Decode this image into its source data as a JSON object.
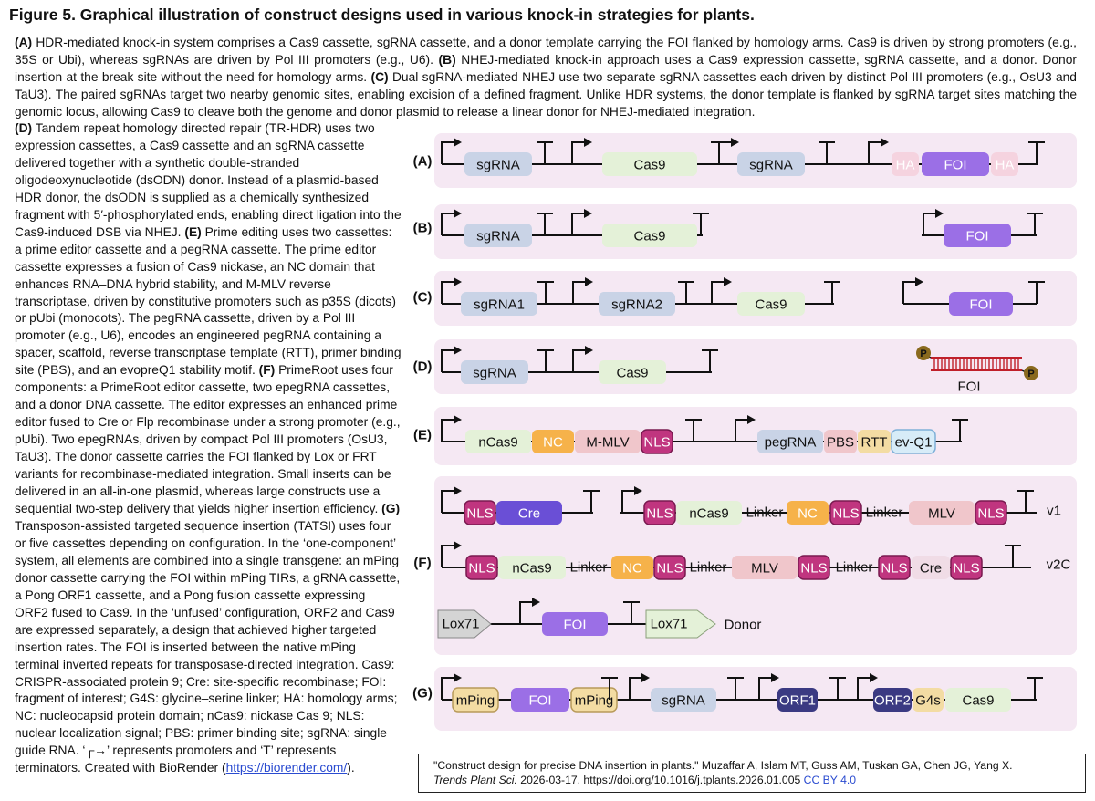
{
  "title": "Figure 5. Graphical illustration of construct designs used in various knock-in strategies for plants.",
  "caption_top": [
    {
      "label": "(A)",
      "text": " HDR-mediated knock-in system comprises a Cas9 cassette, sgRNA cassette, and a donor template carrying the FOI flanked by homology arms. Cas9 is driven by strong promoters (e.g., 35S or Ubi), whereas sgRNAs are driven by Pol III promoters (e.g., U6). "
    },
    {
      "label": "(B)",
      "text": " NHEJ-mediated knock-in approach uses a Cas9 expression cassette, sgRNA cassette, and a donor. Donor insertion at the break site without the need for homology arms. "
    },
    {
      "label": "(C)",
      "text": " Dual sgRNA-mediated NHEJ use two separate sgRNA cassettes each driven by distinct Pol III promoters (e.g., OsU3 and TaU3). The paired sgRNAs target two nearby genomic sites, enabling excision of a defined fragment. Unlike HDR systems, the donor template is flanked by sgRNA target sites matching the genomic locus, allowing Cas9 to cleave both the genome and donor plasmid to release a linear donor for NHEJ-mediated integration."
    }
  ],
  "caption_left": [
    {
      "label": "(D)",
      "text": " Tandem repeat homology directed repair (TR-HDR) uses two expression cassettes, a Cas9 cassette and an sgRNA cassette delivered together with a synthetic double-stranded oligodeoxynucleotide (dsODN) donor. Instead of a plasmid-based HDR donor, the dsODN is supplied as a chemically synthesized fragment with 5′-phosphorylated ends, enabling direct ligation into the Cas9-induced DSB via NHEJ. "
    },
    {
      "label": "(E)",
      "text": " Prime editing uses two cassettes: a prime editor cassette and a pegRNA cassette. The prime editor cassette expresses a fusion of Cas9 nickase, an NC domain that enhances RNA–DNA hybrid stability, and M-MLV reverse transcriptase, driven by constitutive promoters such as p35S (dicots) or pUbi (monocots). The pegRNA cassette, driven by a Pol III promoter (e.g., U6), encodes an engineered pegRNA containing a spacer, scaffold, reverse transcriptase template (RTT), primer binding site (PBS), and an evopreQ1 stability motif. "
    },
    {
      "label": "(F)",
      "text": " PrimeRoot uses four components: a PrimeRoot editor cassette, two epegRNA cassettes, and a donor DNA cassette. The editor expresses an enhanced prime editor fused to Cre or Flp recombinase under a strong promoter (e.g., pUbi). Two epegRNAs, driven by compact Pol III promoters (OsU3, TaU3). The donor cassette carries the FOI flanked by Lox or FRT variants for recombinase-mediated integration. Small inserts can be delivered in an all-in-one plasmid, whereas large constructs use a sequential two-step delivery that yields higher insertion efficiency. "
    },
    {
      "label": "(G)",
      "text": " Transposon-assisted targeted sequence insertion (TATSI) uses four or five cassettes depending on configuration. In the ‘one-component’ system, all elements are combined into a single transgene: an mPing donor cassette carrying the FOI within mPing TIRs, a gRNA cassette, a Pong ORF1 cassette, and a Pong fusion cassette expressing ORF2 fused to Cas9. In the ‘unfused’ configuration, ORF2 and Cas9 are expressed separately, a design that achieved higher targeted insertion rates. The FOI is inserted between the native mPing terminal inverted repeats for transposase-directed integration. Cas9: CRISPR-associated protein 9; Cre: site-specific recombinase; FOI: fragment of interest; G4S: glycine–serine linker; HA: homology arms; NC: nucleocapsid protein domain; nCas9: nickase Cas 9; NLS: nuclear localization signal; PBS: primer binding site; sgRNA: single guide RNA. ‘┌→’ represents promoters and ‘T’ represents terminators. Created with BioRender ("
    },
    {
      "label": "",
      "text": "https://biorender.com/",
      "link": true
    },
    {
      "label": "",
      "text": ")."
    }
  ],
  "colors": {
    "panel_bg": "#f5e8f3",
    "sgRNA": "#c9d3e6",
    "cas9": "#e4f1d8",
    "foi": "#9b6fe6",
    "ha": "#f5d3df",
    "nc": "#f6b24a",
    "mmlv": "#f0c6cb",
    "nls": "#c0357f",
    "pegrna": "#c9d3e6",
    "pbs": "#f0c6cb",
    "rtt": "#f3dca3",
    "evq1": "#d7ecf8",
    "cre": "#6a4fd6",
    "linker": "#f0dce6",
    "mping": "#f3dca3",
    "orf": "#3b3a82",
    "g4s": "#f3dca3",
    "lox": "#d4d4d4",
    "dsodn": "#c0202a",
    "phos": "#8a6a1e"
  },
  "panels": [
    {
      "label": "(A)",
      "parts": [
        "sgRNA",
        "Cas9",
        "sgRNA",
        "HA",
        "FOI",
        "HA"
      ]
    },
    {
      "label": "(B)",
      "parts": [
        "sgRNA",
        "Cas9",
        "FOI"
      ]
    },
    {
      "label": "(C)",
      "parts": [
        "sgRNA1",
        "sgRNA2",
        "Cas9",
        "FOI"
      ]
    },
    {
      "label": "(D)",
      "parts": [
        "sgRNA",
        "Cas9",
        "P",
        "P",
        "FOI"
      ]
    },
    {
      "label": "(E)",
      "parts": [
        "nCas9",
        "NC",
        "M-MLV",
        "NLS",
        "pegRNA",
        "PBS",
        "RTT",
        "ev-Q1"
      ]
    },
    {
      "label": "(F)",
      "parts": [
        "NLS",
        "Cre",
        "NLS",
        "nCas9",
        "Linker",
        "NC",
        "NLS",
        "Linker",
        "MLV",
        "NLS",
        "v1",
        "NLS",
        "nCas9",
        "Linker",
        "NC",
        "NLS",
        "Linker",
        "MLV",
        "NLS",
        "Linker",
        "NLS",
        "Cre",
        "NLS",
        "v2C",
        "Lox71",
        "FOI",
        "Lox71",
        "Donor"
      ]
    },
    {
      "label": "(G)",
      "parts": [
        "mPing",
        "FOI",
        "mPing",
        "sgRNA",
        "ORF1",
        "ORF2",
        "G4s",
        "Cas9"
      ]
    }
  ],
  "citation": {
    "quote": "\"Construct design for precise DNA insertion in plants.\" Muzaffar A, Islam MT, Guss AM, Tuskan GA, Chen JG, Yang X.",
    "journal": "Trends Plant Sci.",
    "date": " 2026-03-17. ",
    "doi": "https://doi.org/10.1016/j.tplants.2026.01.005",
    "license": "CC BY 4.0"
  }
}
